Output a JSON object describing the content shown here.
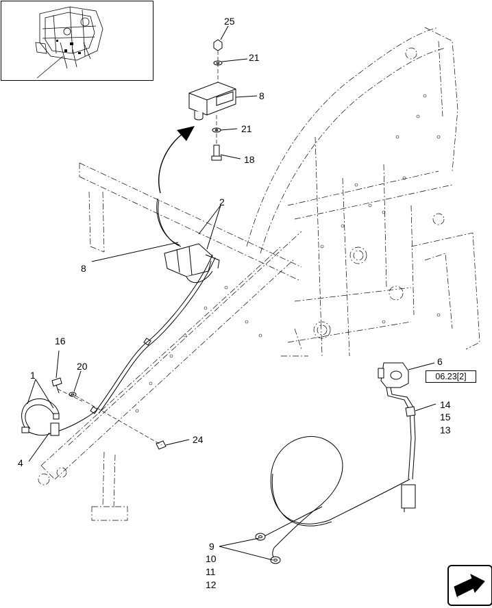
{
  "labels": {
    "l25": "25",
    "l21a": "21",
    "l8a": "8",
    "l21b": "21",
    "l18": "18",
    "l2": "2",
    "l8b": "8",
    "l16": "16",
    "l20": "20",
    "l1": "1",
    "l4": "4",
    "l24": "24",
    "l6": "6",
    "l14": "14",
    "l15": "15",
    "l13": "13",
    "l9": "9",
    "l10": "10",
    "l11": "11",
    "l12": "12"
  },
  "reference": "06.23[2]",
  "icons": {
    "inset": "machine-overview-thumbnail",
    "nav": "next-page-arrow-icon"
  }
}
